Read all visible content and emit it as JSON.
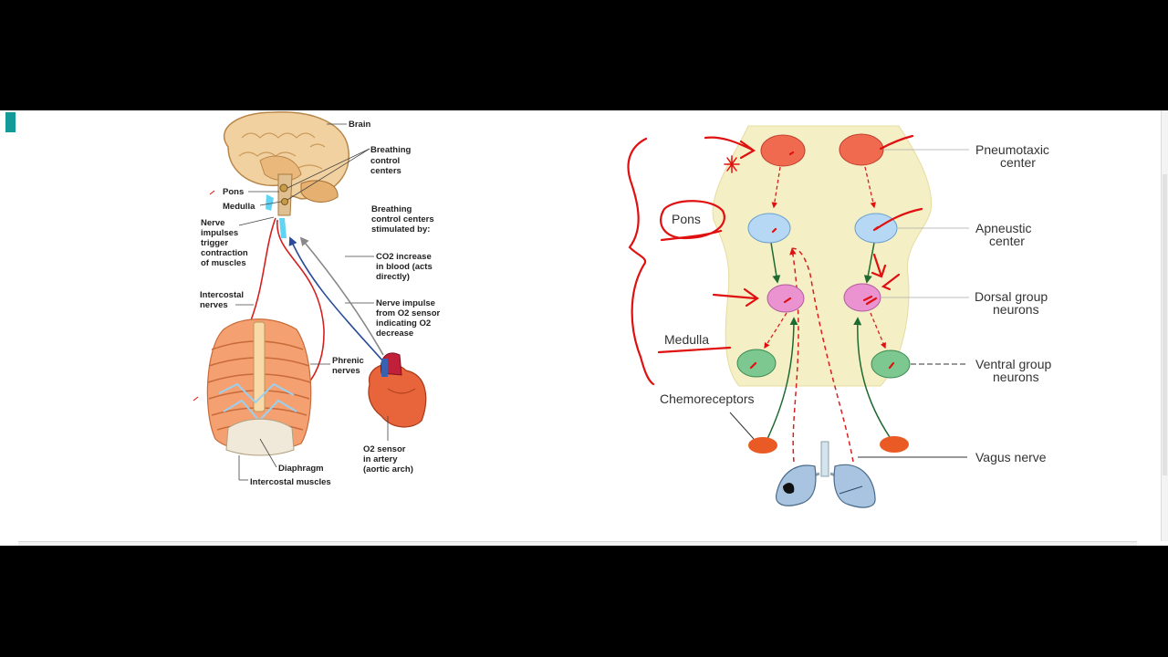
{
  "left_figure": {
    "brain": "Brain",
    "breathing_centers": [
      "Breathing",
      "control",
      "centers"
    ],
    "pons": "Pons",
    "medulla": "Medulla",
    "nerve_impulses": [
      "Nerve",
      "impulses",
      "trigger",
      "contraction",
      "of muscles"
    ],
    "stimulated_by": [
      "Breathing",
      "control centers",
      "stimulated by:"
    ],
    "co2": [
      "CO2 increase",
      "in blood (acts",
      "directly)"
    ],
    "o2_impulse": [
      "Nerve impulse",
      "from O2 sensor",
      "indicating O2",
      "decrease"
    ],
    "intercostal_nerves": [
      "Intercostal",
      "nerves"
    ],
    "phrenic": [
      "Phrenic",
      "nerves"
    ],
    "o2_sensor": [
      "O2 sensor",
      "in artery",
      "(aortic arch)"
    ],
    "diaphragm": "Diaphragm",
    "intercostal_muscles": "Intercostal muscles"
  },
  "right_figure": {
    "pons_annot": "Pons",
    "medulla_annot": "Medulla",
    "pneumotaxic": [
      "Pneumotaxic",
      "center"
    ],
    "apneustic": [
      "Apneustic",
      "center"
    ],
    "dorsal": [
      "Dorsal group",
      "neurons"
    ],
    "ventral": [
      "Ventral group",
      "neurons"
    ],
    "chemoreceptors": "Chemoreceptors",
    "vagus": "Vagus nerve"
  },
  "colors": {
    "annotation_red": "#e01010",
    "brainstem_fill": "#f4efc4",
    "pneumotaxic": "#f06a50",
    "apneustic": "#b6d8f4",
    "dorsal": "#ea93d0",
    "ventral": "#7dc890",
    "chemoreceptor": "#ea5a25"
  }
}
